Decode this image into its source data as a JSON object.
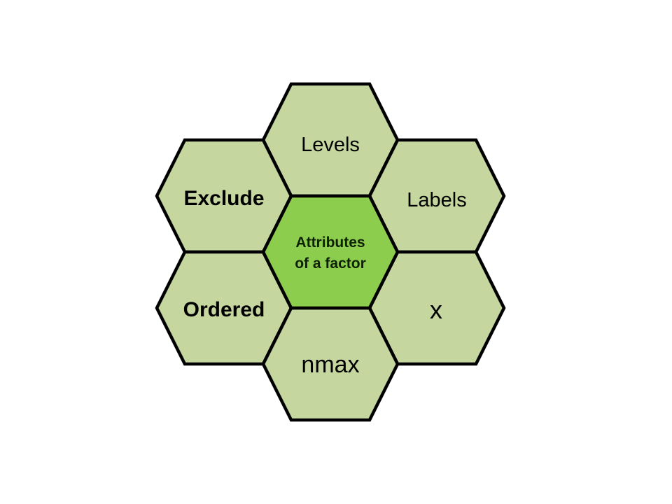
{
  "diagram": {
    "center": {
      "lines": [
        "Attributes",
        "of a factor"
      ]
    },
    "cells": [
      {
        "key": "levels",
        "label": "Levels"
      },
      {
        "key": "labels",
        "label": "Labels"
      },
      {
        "key": "exclude",
        "label": "Exclude"
      },
      {
        "key": "ordered",
        "label": "Ordered"
      },
      {
        "key": "x",
        "label": "x"
      },
      {
        "key": "nmax",
        "label": "nmax"
      }
    ],
    "colors": {
      "outer_hex_fill": "#c5d69e",
      "center_hex_fill": "#8ccd4e",
      "border": "#000000",
      "label_text": "#000000",
      "center_text": "#0d2102",
      "background": "#ffffff"
    }
  }
}
